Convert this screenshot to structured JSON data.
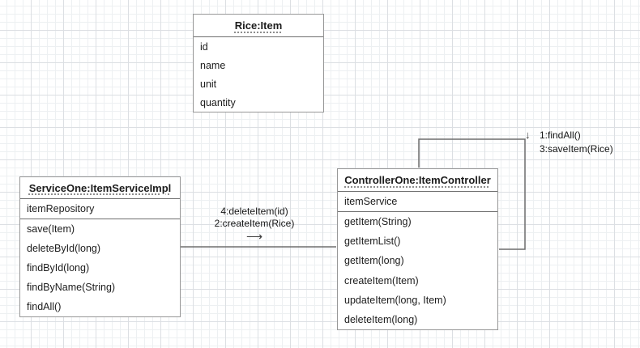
{
  "canvas": {
    "background_color": "#ffffff",
    "grid_minor_color": "#edf0f2",
    "grid_major_color": "#dcdfe3"
  },
  "colors": {
    "box_border": "#979797",
    "compartment_separator": "#6f6f6f",
    "connector_line": "#6e6e6e",
    "text": "#1c1c1c"
  },
  "objects": {
    "rice": {
      "title": "Rice:Item",
      "attributes": [
        "id",
        "name",
        "unit",
        "quantity"
      ]
    },
    "service": {
      "title": "ServiceOne:ItemServiceImpl",
      "attributes": [
        "itemRepository"
      ],
      "methods": [
        "save(Item)",
        "deleteById(long)",
        "findById(long)",
        "findByName(String)",
        "findAll()"
      ]
    },
    "controller": {
      "title": "ControllerOne:ItemController",
      "attributes": [
        "itemService"
      ],
      "methods": [
        "getItem(String)",
        "getItemList()",
        "getItem(long)",
        "createItem(Item)",
        "updateItem(long, Item)",
        "deleteItem(long)"
      ]
    }
  },
  "messages": {
    "service_to_controller": {
      "line1": "4:deleteItem(id)",
      "line2": "2:createItem(Rice)",
      "direction_arrow": "⟶"
    },
    "controller_self_loop": {
      "direction_arrow": "↓",
      "line1": "1:findAll()",
      "line2": "3:saveItem(Rice)"
    }
  }
}
